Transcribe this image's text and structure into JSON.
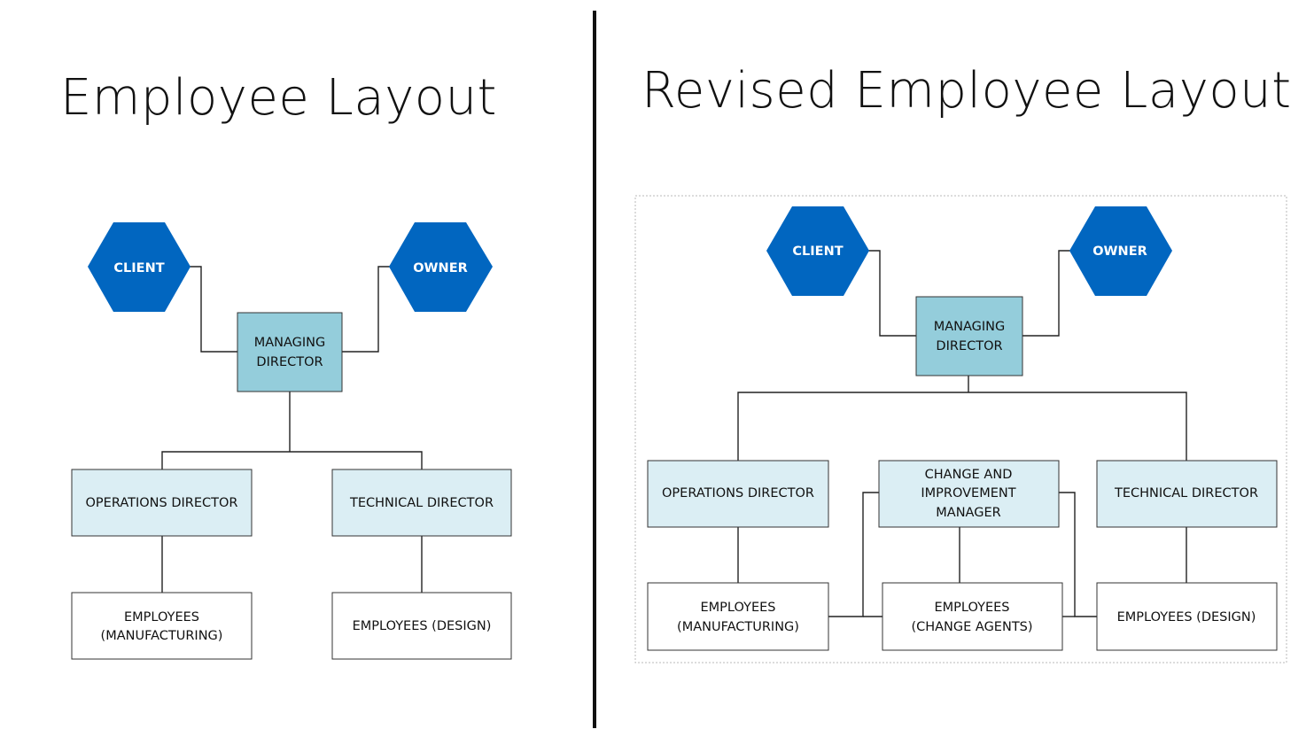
{
  "titles": {
    "left": "Employee Layout",
    "right": "Revised Employee Layout"
  },
  "colors": {
    "hexagon": "#0166c0",
    "managing_director": "#94cddb",
    "director": "#dbeef4",
    "employee": "#ffffff",
    "line": "#222222"
  },
  "original_chart": {
    "client": "CLIENT",
    "owner": "OWNER",
    "managing_director": [
      "MANAGING",
      "DIRECTOR"
    ],
    "operations_director": "OPERATIONS DIRECTOR",
    "technical_director": "TECHNICAL DIRECTOR",
    "employees_manufacturing": [
      "EMPLOYEES",
      "(MANUFACTURING)"
    ],
    "employees_design": "EMPLOYEES (DESIGN)"
  },
  "revised_chart": {
    "client": "CLIENT",
    "owner": "OWNER",
    "managing_director": [
      "MANAGING",
      "DIRECTOR"
    ],
    "operations_director": "OPERATIONS DIRECTOR",
    "change_manager": [
      "CHANGE AND",
      "IMPROVEMENT",
      "MANAGER"
    ],
    "technical_director": "TECHNICAL DIRECTOR",
    "employees_manufacturing": [
      "EMPLOYEES",
      "(MANUFACTURING)"
    ],
    "employees_change_agents": [
      "EMPLOYEES",
      "(CHANGE AGENTS)"
    ],
    "employees_design": "EMPLOYEES (DESIGN)"
  }
}
